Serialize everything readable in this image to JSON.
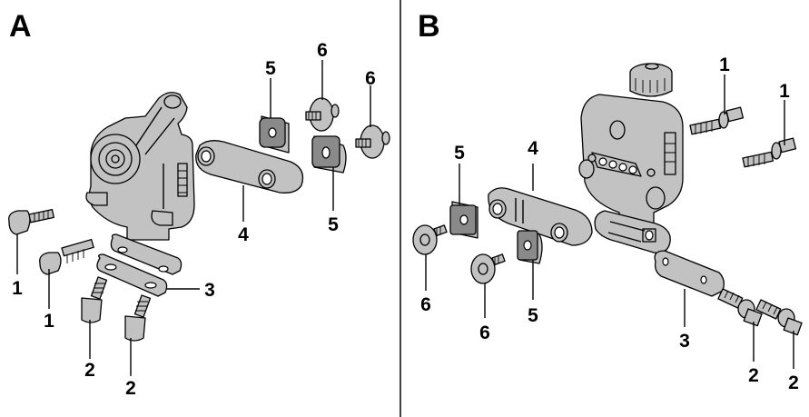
{
  "colors": {
    "part_fill": "#c2c2c2",
    "pad_fill": "#8a8a8a",
    "outline": "#000000",
    "background": "#ffffff"
  },
  "panels": [
    {
      "letter": "A",
      "callouts": [
        {
          "label": "1",
          "part": "screw"
        },
        {
          "label": "1",
          "part": "screw"
        },
        {
          "label": "2",
          "part": "bolt"
        },
        {
          "label": "2",
          "part": "bolt"
        },
        {
          "label": "3",
          "part": "clamp-plate"
        },
        {
          "label": "4",
          "part": "link-arm"
        },
        {
          "label": "5",
          "part": "pad"
        },
        {
          "label": "5",
          "part": "pad"
        },
        {
          "label": "6",
          "part": "washer-screw"
        },
        {
          "label": "6",
          "part": "washer-screw"
        }
      ]
    },
    {
      "letter": "B",
      "callouts": [
        {
          "label": "1",
          "part": "screw"
        },
        {
          "label": "1",
          "part": "screw"
        },
        {
          "label": "2",
          "part": "bolt"
        },
        {
          "label": "2",
          "part": "bolt"
        },
        {
          "label": "3",
          "part": "clamp-plate"
        },
        {
          "label": "4",
          "part": "link-arm"
        },
        {
          "label": "5",
          "part": "pad"
        },
        {
          "label": "5",
          "part": "pad"
        },
        {
          "label": "6",
          "part": "washer-screw"
        },
        {
          "label": "6",
          "part": "washer-screw"
        }
      ]
    }
  ]
}
